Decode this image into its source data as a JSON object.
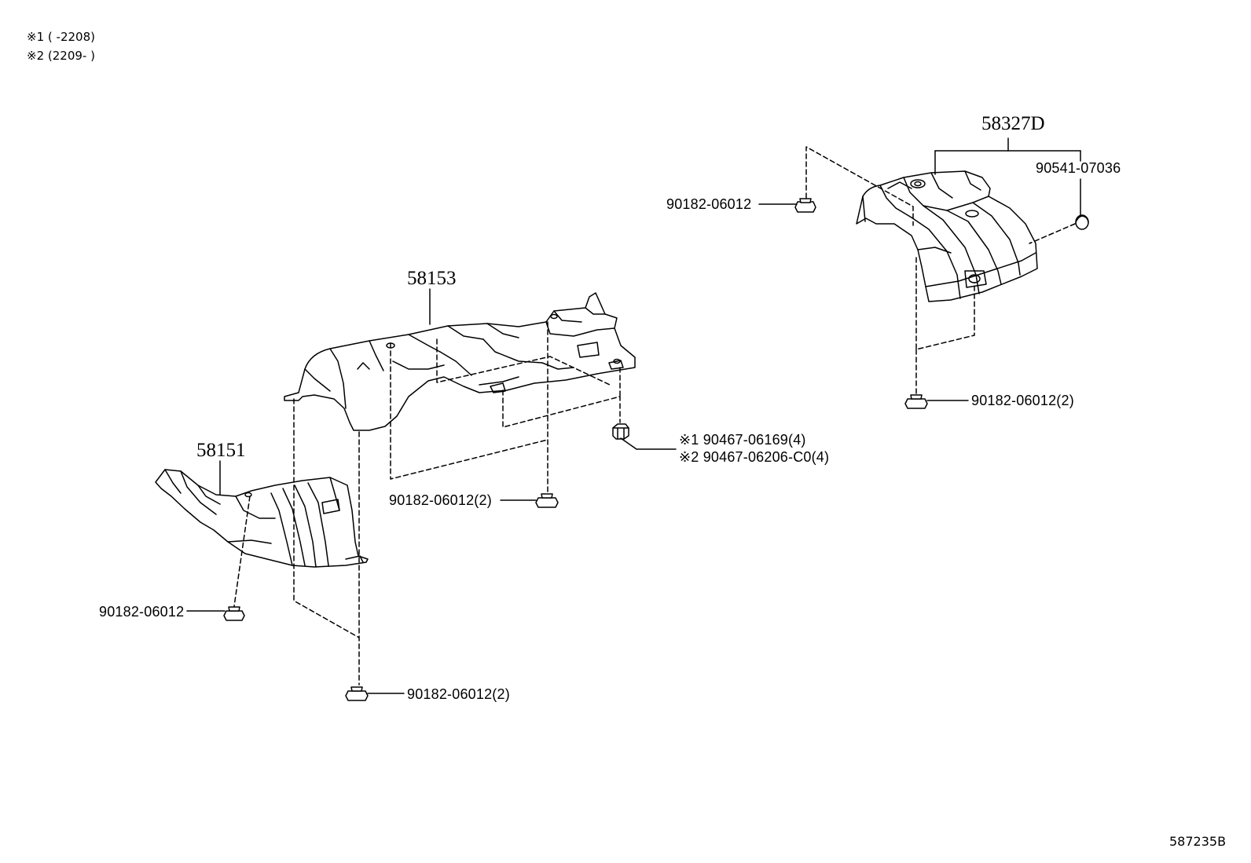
{
  "legend": [
    {
      "mark": "※1",
      "range": "(      -2208)"
    },
    {
      "mark": "※2",
      "range": "(2209-      )"
    }
  ],
  "parts": {
    "p58327d": "58327D",
    "p58153": "58153",
    "p58151": "58151",
    "p90541": "90541-07036",
    "clip_top_left": "90182-06012",
    "clip_right_bottom": "90182-06012(2)",
    "nut_note1": "※1 90467-06169(4)",
    "nut_note2": "※2 90467-06206-C0(4)",
    "clip_middle": "90182-06012(2)",
    "clip_left": "90182-06012",
    "clip_bottom": "90182-06012(2)"
  },
  "footer": {
    "diagram_id": "587235B"
  }
}
